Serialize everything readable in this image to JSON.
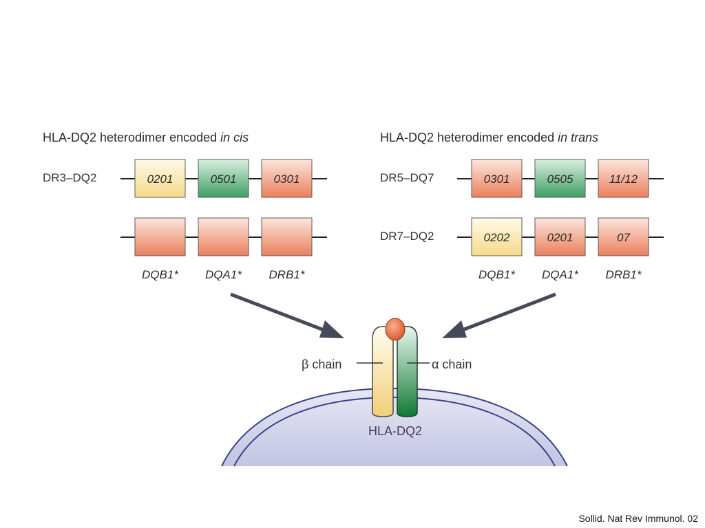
{
  "cis": {
    "heading": "HLA-DQ2 heterodimer encoded ",
    "heading_em": "in cis",
    "rows": [
      {
        "label": "DR3–DQ2",
        "alleles": [
          "0201",
          "0501",
          "0301"
        ],
        "colors": [
          "yellow",
          "green",
          "orange"
        ]
      },
      {
        "label": "",
        "alleles": [
          "",
          "",
          ""
        ],
        "colors": [
          "orange",
          "orange",
          "orange"
        ]
      }
    ],
    "genes": [
      "DQB1*",
      "DQA1*",
      "DRB1*"
    ]
  },
  "trans": {
    "heading": "HLA-DQ2 heterodimer encoded ",
    "heading_em": "in trans",
    "rows": [
      {
        "label": "DR5–DQ7",
        "alleles": [
          "0301",
          "0505",
          "11/12"
        ],
        "colors": [
          "orange",
          "green",
          "orange"
        ]
      },
      {
        "label": "DR7–DQ2",
        "alleles": [
          "0202",
          "0201",
          "07"
        ],
        "colors": [
          "yellow",
          "orange",
          "orange"
        ]
      }
    ],
    "genes": [
      "DQB1*",
      "DQA1*",
      "DRB1*"
    ]
  },
  "molecule": {
    "beta_label": "β chain",
    "alpha_label": "α chain",
    "name": "HLA-DQ2"
  },
  "colors": {
    "yellow": "#fbe7a8",
    "green": "#4aa870",
    "orange": "#ee8a68",
    "membrane": "#3b3f8f",
    "cell": "#c9cbe6"
  },
  "citation": "Sollid. Nat Rev Immunol. 02"
}
